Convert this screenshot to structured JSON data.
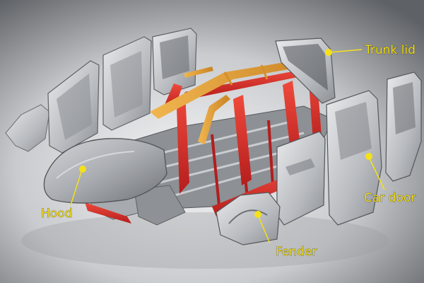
{
  "colors": {
    "callout": "#f5e11b",
    "frame_red": "#d62a2a",
    "frame_orange": "#e4a03a",
    "panel_grey": "#c7c9cc",
    "background_top": "#6b6e72",
    "background_bottom": "#f2f3f4"
  },
  "callouts": {
    "trunk_lid": "Trunk lid",
    "hood": "Hood",
    "car_door": "Car door",
    "fender": "Fender"
  }
}
